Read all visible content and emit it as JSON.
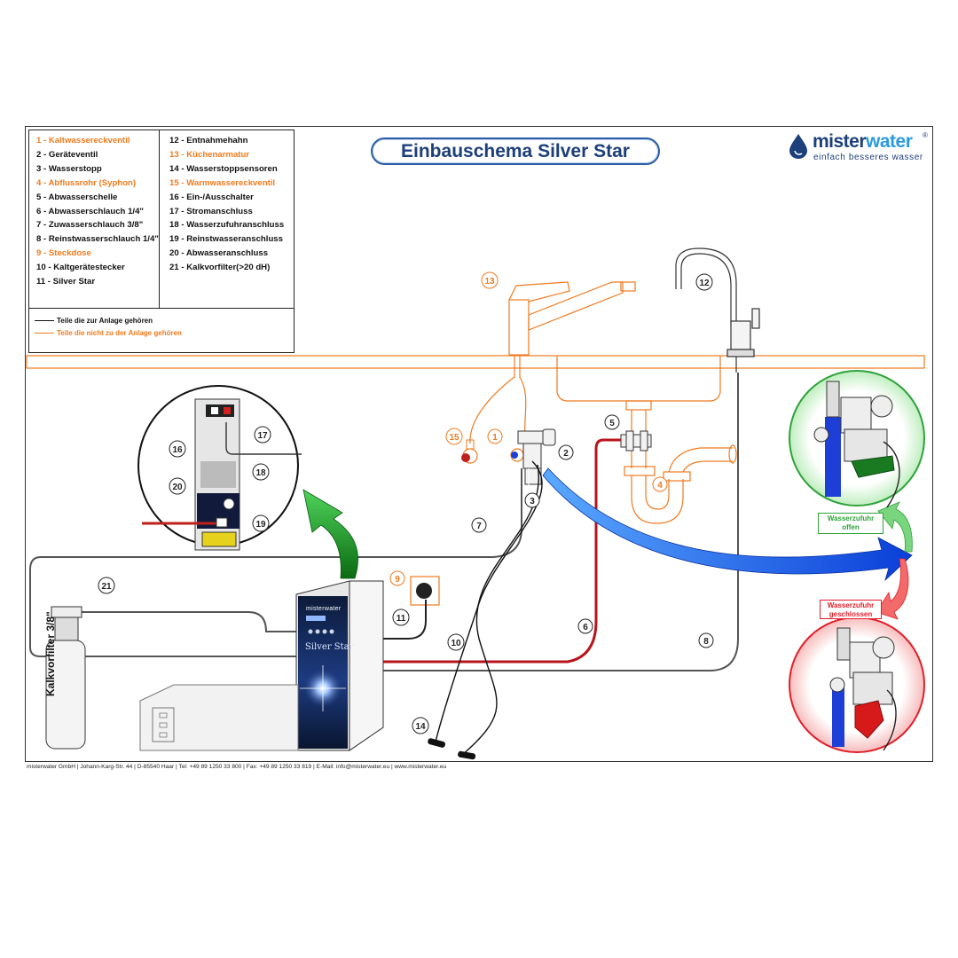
{
  "title": "Einbauschema Silver Star",
  "brand": {
    "name_part1": "mister",
    "name_part2": "water",
    "reg": "®",
    "tagline": "einfach besseres wasser"
  },
  "legend": {
    "left": [
      {
        "text": "1 - Kaltwassereckventil",
        "orange": true
      },
      {
        "text": "2 - Geräteventil",
        "orange": false
      },
      {
        "text": "3 - Wasserstopp",
        "orange": false
      },
      {
        "text": "4 - Abflussrohr (Syphon)",
        "orange": true
      },
      {
        "text": "5 - Abwasserschelle",
        "orange": false
      },
      {
        "text": "6 - Abwasserschlauch 1/4\"",
        "orange": false
      },
      {
        "text": "7 - Zuwasserschlauch 3/8\"",
        "orange": false
      },
      {
        "text": "8 - Reinstwasserschlauch 1/4\"",
        "orange": false
      },
      {
        "text": "9 - Steckdose",
        "orange": true
      },
      {
        "text": "10 - Kaltgerätestecker",
        "orange": false
      },
      {
        "text": "11 - Silver Star",
        "orange": false
      }
    ],
    "right": [
      {
        "text": "12 - Entnahmehahn",
        "orange": false
      },
      {
        "text": "13 - Küchenarmatur",
        "orange": true
      },
      {
        "text": "14 - Wasserstoppsensoren",
        "orange": false
      },
      {
        "text": "15 - Warmwassereckventil",
        "orange": true
      },
      {
        "text": "16 - Ein-/Ausschalter",
        "orange": false
      },
      {
        "text": "17 - Stromanschluss",
        "orange": false
      },
      {
        "text": "18 - Wasserzufuhranschluss",
        "orange": false
      },
      {
        "text": "19 - Reinstwasseranschluss",
        "orange": false
      },
      {
        "text": "20 - Abwasseranschluss",
        "orange": false
      },
      {
        "text": "21 - Kalkvorfilter(>20 dH)",
        "orange": false
      }
    ],
    "key_black": "Teile die zur Anlage gehören",
    "key_orange": "Teile die nicht zu der Anlage gehören"
  },
  "device": {
    "brand": "misterwater",
    "model": "Silver Star"
  },
  "filter_label": "Kalkvorfilter 3/8\"",
  "status": {
    "open_line1": "Wasserzufuhr",
    "open_line2": "offen",
    "closed_line1": "Wasserzufuhr",
    "closed_line2": "geschlossen"
  },
  "callouts": {
    "n1": "1",
    "n2": "2",
    "n3": "3",
    "n4": "4",
    "n5": "5",
    "n6": "6",
    "n7": "7",
    "n8": "8",
    "n9": "9",
    "n10": "10",
    "n11": "11",
    "n12": "12",
    "n13": "13",
    "n14": "14",
    "n15": "15",
    "n16": "16",
    "n17": "17",
    "n18": "18",
    "n19": "19",
    "n20": "20",
    "n21": "21"
  },
  "footer": "misterwater GmbH | Johann-Karg-Str. 44 | D-85540 Haar | Tel: +49 89 1250 33 800 | Fax: +49 89 1250 33 819 | E-Mail: info@misterwater.eu | www.misterwater.eu",
  "colors": {
    "orange": "#f07a1e",
    "blue": "#1d3f7a",
    "green": "#2fa23a",
    "red": "#e0202a"
  }
}
